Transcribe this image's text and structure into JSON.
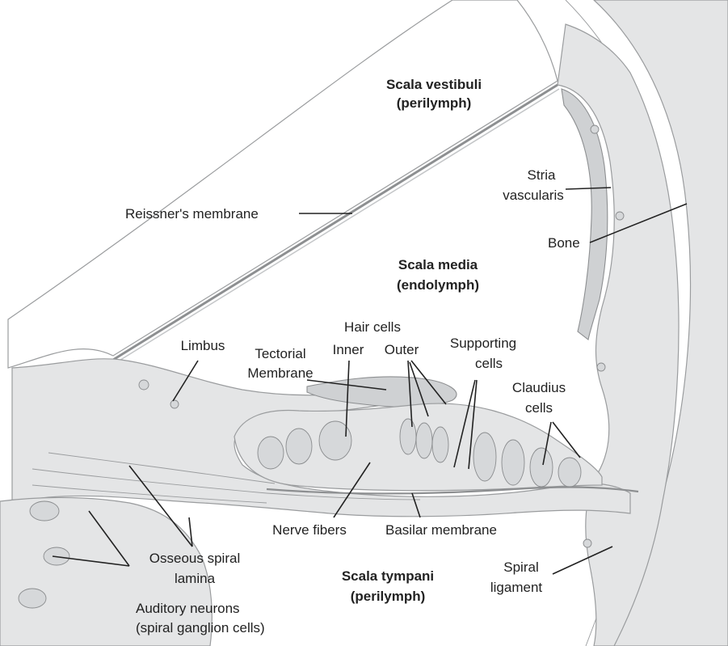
{
  "labels": {
    "scala_vestibuli": "Scala vestibuli",
    "scala_vestibuli_sub": "(perilymph)",
    "stria_1": "Stria",
    "stria_2": "vascularis",
    "reissners": "Reissner's membrane",
    "bone": "Bone",
    "scala_media": "Scala media",
    "scala_media_sub": "(endolymph)",
    "hair_cells": "Hair cells",
    "limbus": "Limbus",
    "tectorial_1": "Tectorial",
    "tectorial_2": "Membrane",
    "inner": "Inner",
    "outer": "Outer",
    "supporting_1": "Supporting",
    "supporting_2": "cells",
    "claudius_1": "Claudius",
    "claudius_2": "cells",
    "nerve_fibers": "Nerve fibers",
    "basilar": "Basilar membrane",
    "osseous_1": "Osseous spiral",
    "osseous_2": "lamina",
    "scala_tympani": "Scala tympani",
    "scala_tympani_sub": "(perilymph)",
    "spiral_1": "Spiral",
    "spiral_2": "ligament",
    "auditory_1": "Auditory neurons",
    "auditory_2": "(spiral ganglion cells)"
  },
  "colors": {
    "tissue": "#e4e5e6",
    "tissue_dark": "#cfd1d3",
    "outline": "#9a9c9e",
    "label_text": "#222222"
  }
}
